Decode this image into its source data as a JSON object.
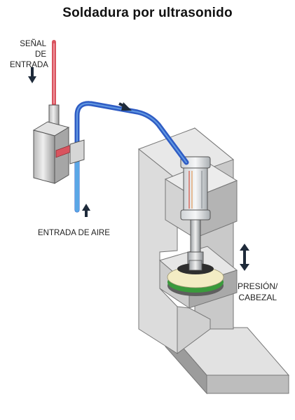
{
  "title": "Soldadura por ultrasonido",
  "labels": {
    "signal_lines": [
      "SEÑAL",
      "DE",
      "ENTRADA"
    ],
    "air_input": "ENTRADA DE AIRE",
    "pressure_lines": [
      "PRESIÓN/",
      "CABEZAL"
    ]
  },
  "colors": {
    "signal_cable": "#d9545f",
    "air_hose": "#2f5cc4",
    "air_hose_light": "#5aa7e6",
    "frame_light": "#e4e4e4",
    "frame_mid": "#c4c4c4",
    "frame_dark": "#8e8e8e",
    "part_top": "#f3ecc4",
    "part_ring": "#3a9a3c"
  },
  "icons": [
    "arrow-down-icon",
    "arrow-up-icon",
    "arrow-right-icon",
    "double-arrow-vertical-icon"
  ]
}
